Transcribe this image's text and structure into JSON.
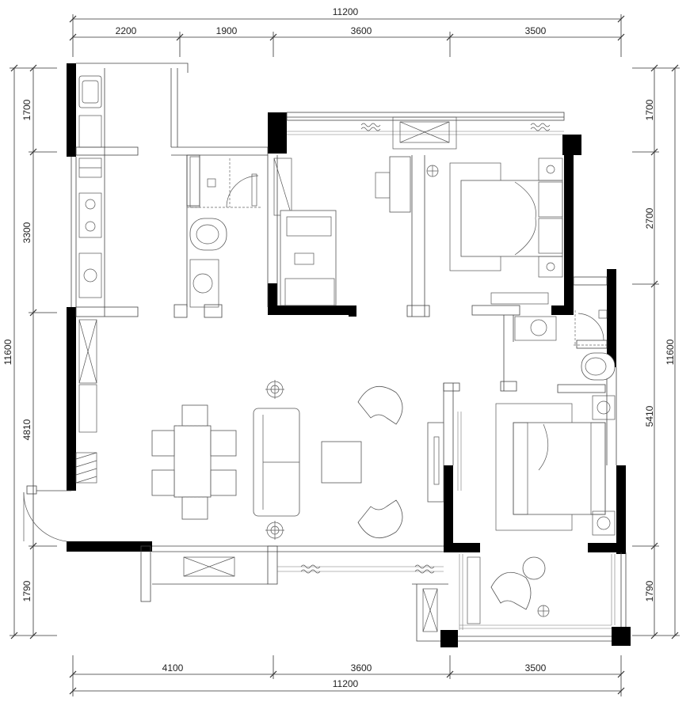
{
  "dimensions": {
    "top_total": "11200",
    "top_segments": [
      "2200",
      "1900",
      "3600",
      "3500"
    ],
    "bottom_total": "11200",
    "bottom_segments": [
      "4100",
      "3600",
      "3500"
    ],
    "left_total": "11600",
    "left_segments": [
      "1700",
      "3300",
      "4810",
      "1790"
    ],
    "right_total": "11600",
    "right_segments": [
      "1700",
      "2700",
      "5410",
      "1790"
    ]
  }
}
